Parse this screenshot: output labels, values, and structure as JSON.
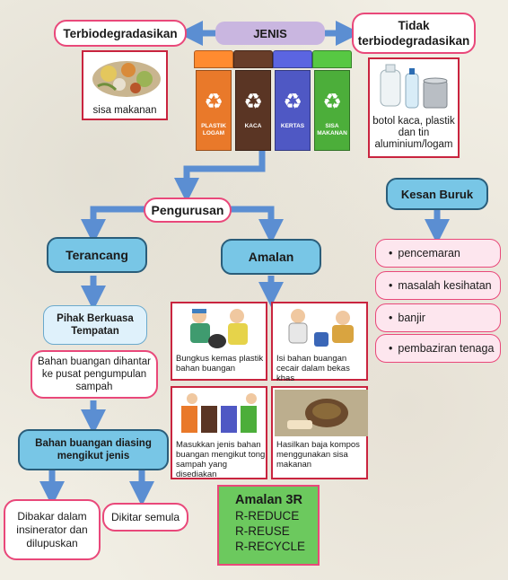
{
  "jenis": "JENIS",
  "terbiodegradasikan": "Terbiodegradasikan",
  "tidak_terbiodegradasikan": "Tidak terbiodegradasikan",
  "sisa_makanan": "sisa makanan",
  "botol_label": "botol kaca, plastik dan tin aluminium/logam",
  "bins": [
    {
      "label": "PLASTIK LOGAM",
      "color": "#e9792a"
    },
    {
      "label": "KACA",
      "color": "#5a3524"
    },
    {
      "label": "KERTAS",
      "color": "#4f58c4"
    },
    {
      "label": "SISA MAKANAN",
      "color": "#4cae3a"
    }
  ],
  "pengurusan": "Pengurusan",
  "terancang": "Terancang",
  "amalan": "Amalan",
  "pihak_berkuasa": "Pihak Berkuasa Tempatan",
  "bahan_dihantar": "Bahan buangan dihantar ke pusat pengumpulan sampah",
  "bahan_diasing": "Bahan buangan diasing mengikut jenis",
  "dibakar": "Dibakar dalam insinerator dan dilupuskan",
  "dikitar": "Dikitar semula",
  "amalan_captions": [
    "Bungkus kemas plastik bahan buangan",
    "Isi bahan buangan cecair dalam bekas khas",
    "Masukkan jenis bahan buangan mengikut tong sampah yang disediakan",
    "Hasilkan baja kompos menggunakan sisa makanan"
  ],
  "amalan3r": {
    "title": "Amalan 3R",
    "items": [
      "R-REDUCE",
      "R-REUSE",
      "R-RECYCLE"
    ]
  },
  "kesan_buruk": "Kesan Buruk",
  "kesan_items": [
    "pencemaran",
    "masalah kesihatan",
    "banjir",
    "pembaziran tenaga"
  ],
  "colors": {
    "arrow_blue": "#5b8ed2",
    "pink_border": "#e9487a",
    "blue_box": "#78c6e6",
    "green_3r": "#6cc95e"
  }
}
